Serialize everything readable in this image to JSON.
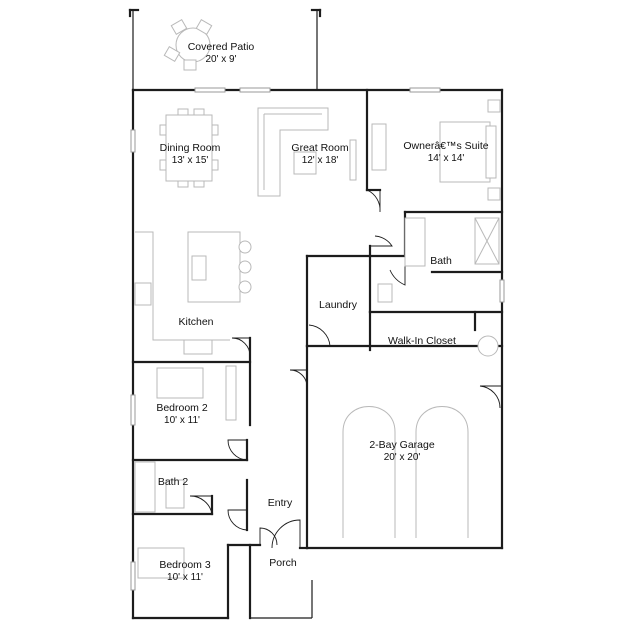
{
  "rooms": [
    {
      "id": "covered-patio",
      "name": "Covered Patio",
      "dims": "20' x 9'"
    },
    {
      "id": "dining-room",
      "name": "Dining Room",
      "dims": "13' x 15'"
    },
    {
      "id": "great-room",
      "name": "Great Room",
      "dims": "12' x 18'"
    },
    {
      "id": "owners-suite",
      "name": "Ownerâ€™s Suite",
      "dims": "14' x 14'"
    },
    {
      "id": "bath",
      "name": "Bath",
      "dims": ""
    },
    {
      "id": "laundry",
      "name": "Laundry",
      "dims": ""
    },
    {
      "id": "kitchen",
      "name": "Kitchen",
      "dims": ""
    },
    {
      "id": "walk-in-closet",
      "name": "Walk-In Closet",
      "dims": ""
    },
    {
      "id": "bedroom-2",
      "name": "Bedroom 2",
      "dims": "10' x 11'"
    },
    {
      "id": "garage",
      "name": "2-Bay Garage",
      "dims": "20' x 20'"
    },
    {
      "id": "bath-2",
      "name": "Bath 2",
      "dims": ""
    },
    {
      "id": "entry",
      "name": "Entry",
      "dims": ""
    },
    {
      "id": "bedroom-3",
      "name": "Bedroom 3",
      "dims": "10' x 11'"
    },
    {
      "id": "porch",
      "name": "Porch",
      "dims": ""
    }
  ]
}
